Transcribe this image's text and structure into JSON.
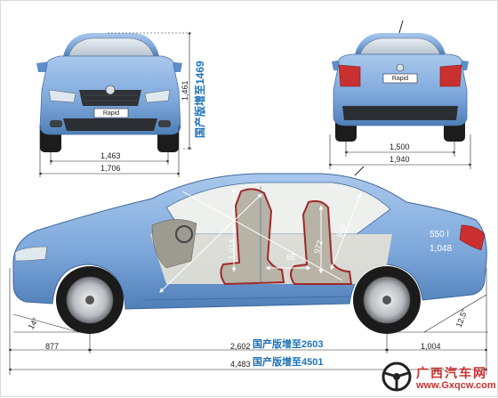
{
  "front_view": {
    "height": "1,461",
    "track": "1,463",
    "width": "1,706",
    "plate": "Rapid",
    "note": "国产版增至1469"
  },
  "rear_view": {
    "track": "1,500",
    "width": "1,940",
    "plate": "Rapid"
  },
  "side_view": {
    "headroom_front": "1,014",
    "headroom_rear": "972",
    "diagonal_rear": "839",
    "legroom": "65",
    "trunk_volume": "550 l",
    "trunk_length": "1,048",
    "approach_angle": "14°",
    "departure_angle": "12.5°",
    "front_overhang": "877",
    "wheelbase": "2,602",
    "wheelbase_note": "国产版增至2603",
    "rear_overhang": "1,004",
    "length": "4,483",
    "length_note": "国产版增至4501"
  },
  "watermark": {
    "name": "广西汽车网",
    "url": "www.Gxqcw.com"
  },
  "colors": {
    "body": "#7fa9dc",
    "body_dark": "#4f7fb8",
    "note_blue": "#1e73b8",
    "seat_outline": "#a0282a",
    "watermark_red": "#c8322f"
  }
}
